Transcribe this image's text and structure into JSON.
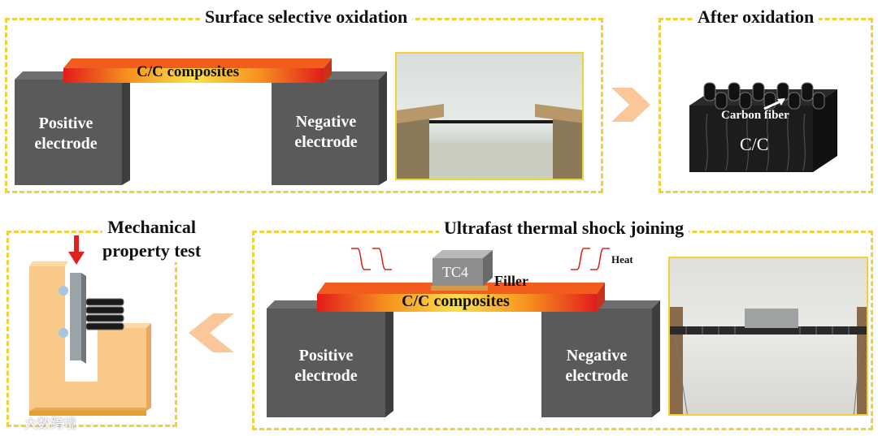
{
  "panels": {
    "oxidation": {
      "title": "Surface selective oxidation"
    },
    "after": {
      "title": "After oxidation"
    },
    "mechanical": {
      "title_line1": "Mechanical",
      "title_line2": "property test"
    },
    "joining": {
      "title": "Ultrafast thermal shock joining"
    }
  },
  "labels": {
    "cc_composites": "C/C composites",
    "positive_l1": "Positive",
    "positive_l2": "electrode",
    "negative_l1": "Negative",
    "negative_l2": "electrode",
    "carbon_fiber": "Carbon fiber",
    "cc": "C/C",
    "tc4": "TC4",
    "filler": "Filler",
    "heat": "Heat"
  },
  "watermark": "大数跨境",
  "colors": {
    "dash": "#f3d033",
    "electrode": "#5a5a5a",
    "arrow": "#f9c79a",
    "fixture": "#f9c98a",
    "force_arrow": "#e0201c"
  }
}
